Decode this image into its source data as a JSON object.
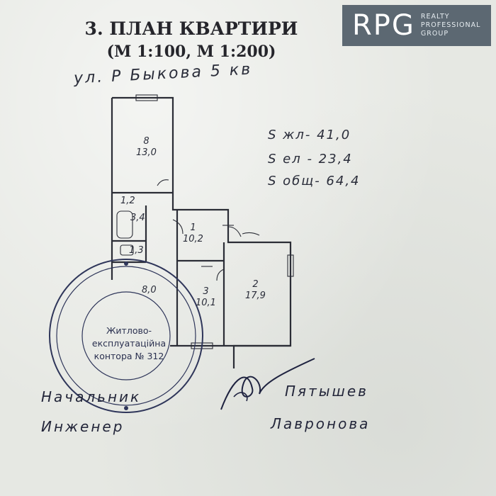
{
  "document": {
    "title": "3. ПЛАН КВАРТИРИ",
    "scale": "(М 1:100, М 1:200)",
    "address": "ул. Р Быкова 5 кв",
    "areas": {
      "living": "S жл- 41,0",
      "auxiliary": "S ел - 23,4",
      "total": "S общ- 64,4"
    },
    "rooms": [
      {
        "num": "8",
        "area": "13,0"
      },
      {
        "num": "1,2",
        "area": ""
      },
      {
        "num": "",
        "area": "3,4"
      },
      {
        "num": "",
        "area": "1,3"
      },
      {
        "num": "1",
        "area": "10,2"
      },
      {
        "num": "3",
        "area": "10,1"
      },
      {
        "num": "2",
        "area": "17,9"
      },
      {
        "num": "",
        "area": "8,0"
      }
    ],
    "stamp_center": [
      "Житлово-",
      "експлуатаційна",
      "контора № 312"
    ],
    "signatures": {
      "head_label": "Начальник",
      "head_name": "Пятышев",
      "engineer_label": "Инженер",
      "engineer_name": "Лавронова"
    }
  },
  "logo": {
    "mark": "RPG",
    "line1": "REALTY",
    "line2": "PROFESSIONAL",
    "line3": "GROUP",
    "bg_color": "#5c6872"
  }
}
